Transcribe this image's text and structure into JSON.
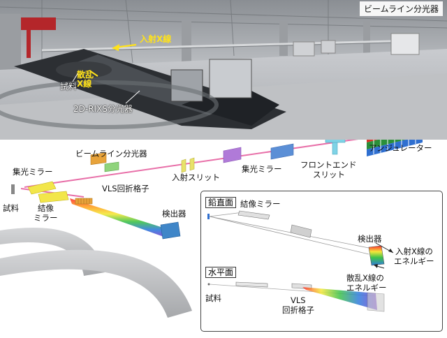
{
  "photo": {
    "title": "ビームライン分光器",
    "incident_label": "入射X線",
    "scattered_label_line1": "散乱",
    "scattered_label_line2": "X線",
    "sample_label": "試料",
    "spectrometer_label": "2D-RIXS分光器"
  },
  "beamline": {
    "focus_mirror_left": "集光ミラー",
    "beamline_monochromator": "ビームライン分光器",
    "entrance_slit": "入射スリット",
    "focus_mirror_right": "集光ミラー",
    "front_end_slit_line1": "フロントエンド",
    "front_end_slit_line2": "スリット",
    "undulator": "アンジュレーター",
    "sample": "試料",
    "imaging_mirror_line1": "結像",
    "imaging_mirror_line2": "ミラー",
    "vls_grating": "VLS回折格子",
    "detector": "検出器"
  },
  "inset": {
    "vertical_tag": "鉛直面",
    "horizontal_tag": "水平面",
    "imaging_mirror": "結像ミラー",
    "detector": "検出器",
    "incident_energy_line1": "入射X線の",
    "incident_energy_line2": "エネルギー",
    "scattered_energy_line1": "散乱X線の",
    "scattered_energy_line2": "エネルギー",
    "sample": "試料",
    "vls_line1": "VLS",
    "vls_line2": "回折格子"
  },
  "colors": {
    "beam": "#e86fa8",
    "mirror_yellow": "#f2e64a",
    "monochromator_orange": "#e8a33a",
    "slit_yellow": "#e8e26a",
    "mirror_purple": "#b07ad8",
    "mirror_blue": "#5b8fd6",
    "slit_cyan": "#7fd3e6",
    "detector_blue": "#3f86c8"
  }
}
